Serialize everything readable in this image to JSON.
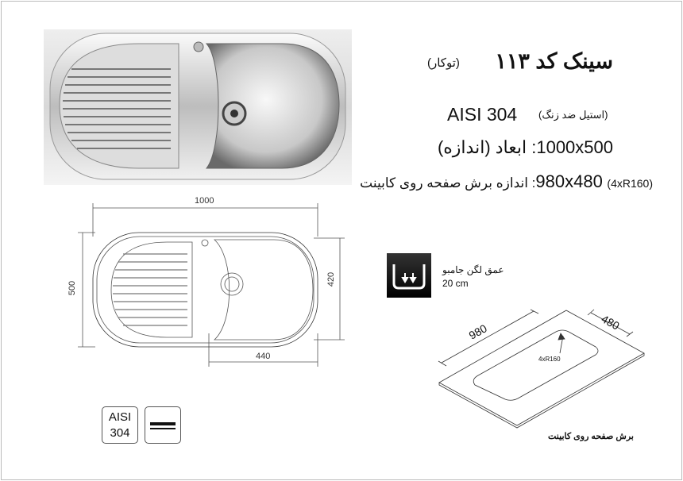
{
  "header": {
    "title": "سینک کد ۱۱۳",
    "type": "(توکار)",
    "material_code": "AISI 304",
    "material_label": "(استیل ضد زنگ)",
    "dimensions_value": "1000x500",
    "dimensions_label": ": ابعاد (اندازه)",
    "cutout_value": "980x480",
    "cutout_label": ": اندازه برش صفحه روی کابینت",
    "cutout_radius": "(4xR160)"
  },
  "drawing": {
    "width_dim": "1000",
    "height_dim": "500",
    "bowl_height_dim": "420",
    "bowl_width_dim": "440"
  },
  "depth": {
    "label": "عمق لگن جامبو",
    "value": "20 cm"
  },
  "cutout_diagram": {
    "length": "980",
    "width": "480",
    "radius": "4xR160",
    "caption": "برش صفحه روی کابینت"
  },
  "badges": {
    "aisi_line1": "AISI",
    "aisi_line2": "304"
  }
}
